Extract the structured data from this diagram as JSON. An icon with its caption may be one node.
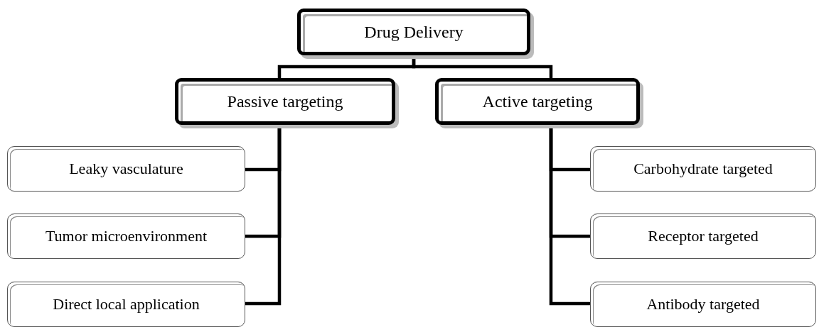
{
  "diagram": {
    "nodes": [
      {
        "text": [
          "Drug Delivery"
        ]
      },
      {
        "text": [
          "Passive targeting"
        ]
      },
      {
        "text": [
          "Active targeting"
        ]
      },
      {
        "text": [
          "Leaky vasculature"
        ]
      },
      {
        "text": [
          "Tumor microenvironment"
        ]
      },
      {
        "text": [
          "Direct local application"
        ]
      },
      {
        "text": [
          "Carbohydrate targeted"
        ]
      },
      {
        "text": [
          "Receptor targeted"
        ]
      },
      {
        "text": [
          "Antibody targeted"
        ]
      }
    ],
    "edges": [
      {
        "from": 0,
        "to": 1,
        "arrow": "none"
      },
      {
        "from": 0,
        "to": 2,
        "arrow": "none"
      },
      {
        "from": 1,
        "to": 3,
        "arrow": "none"
      },
      {
        "from": 1,
        "to": 4,
        "arrow": "none"
      },
      {
        "from": 1,
        "to": 5,
        "arrow": "none"
      },
      {
        "from": 2,
        "to": 6,
        "arrow": "none"
      },
      {
        "from": 2,
        "to": 7,
        "arrow": "none"
      },
      {
        "from": 2,
        "to": 8,
        "arrow": "none"
      }
    ]
  }
}
